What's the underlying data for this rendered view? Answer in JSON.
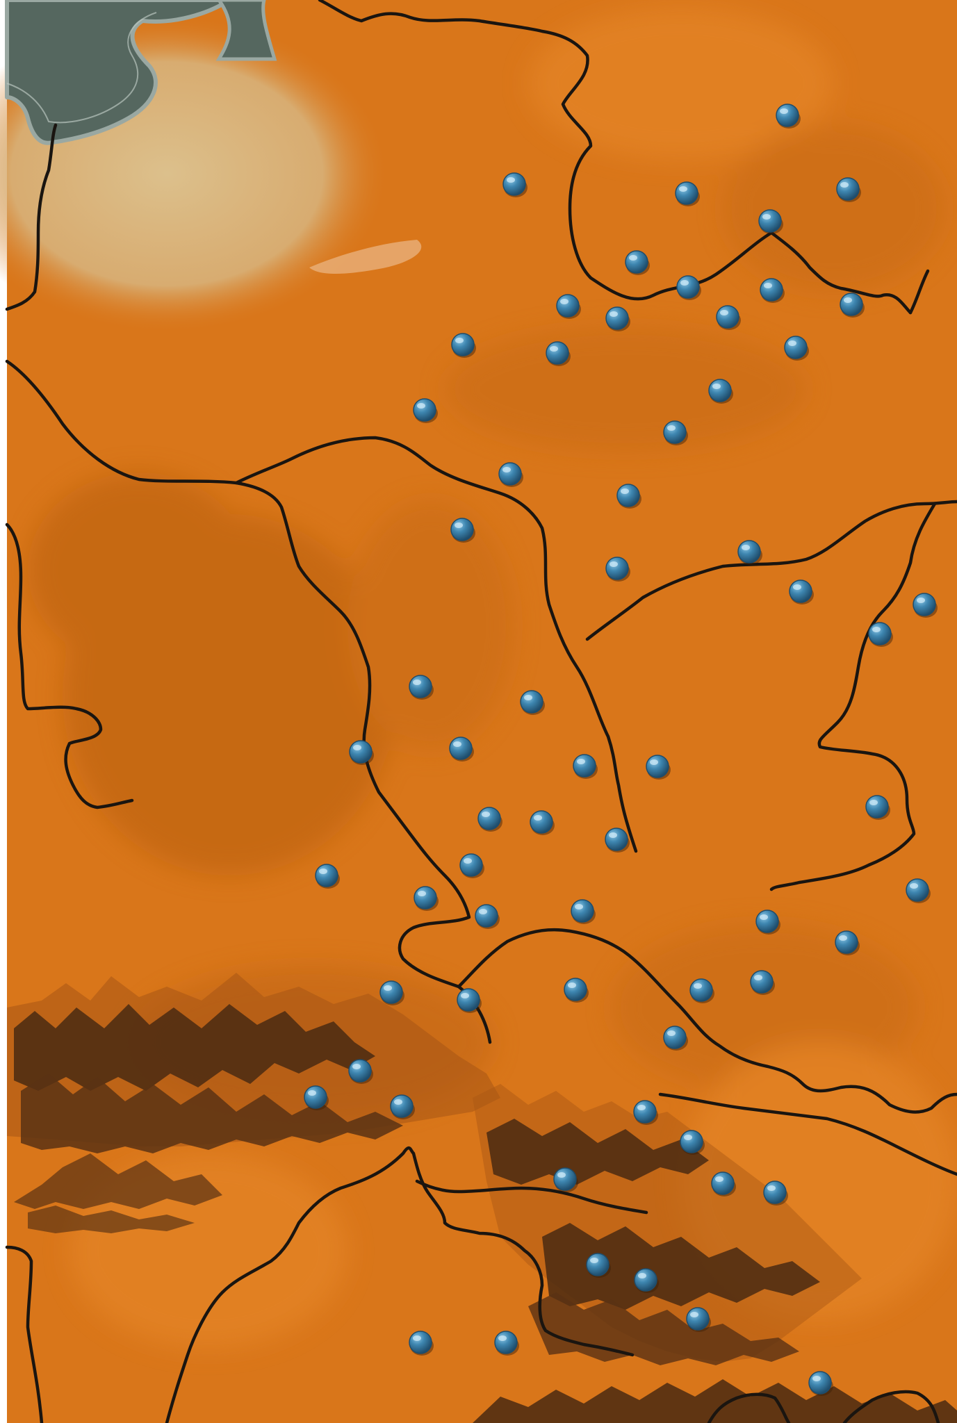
{
  "map": {
    "colors": {
      "terrain": "#d9761a",
      "terrain_dark": "#b85f10",
      "terrain_light": "#e8892a",
      "sea": "#55675f",
      "sea_edge": "#9aa8a2",
      "desert": "#d8b27a",
      "border": "#1a1510",
      "mountain_dark": "#3e2210",
      "mountain_mid": "#6e3a12",
      "marker": "#3e86b0",
      "marker_highlight": "#8cc7e6",
      "marker_shadow": "#1f4d6c"
    },
    "markers": [
      {
        "id": "province-1"
      },
      {
        "id": "province-2"
      },
      {
        "id": "province-3"
      },
      {
        "id": "province-4"
      },
      {
        "id": "province-5"
      },
      {
        "id": "province-6"
      },
      {
        "id": "province-7"
      },
      {
        "id": "province-8"
      },
      {
        "id": "province-9"
      },
      {
        "id": "province-10"
      },
      {
        "id": "province-11"
      },
      {
        "id": "province-12"
      },
      {
        "id": "province-13"
      },
      {
        "id": "province-14"
      },
      {
        "id": "province-15"
      },
      {
        "id": "province-16"
      },
      {
        "id": "province-17"
      },
      {
        "id": "province-18"
      },
      {
        "id": "province-19"
      },
      {
        "id": "province-20"
      },
      {
        "id": "province-21"
      },
      {
        "id": "province-22"
      },
      {
        "id": "province-23"
      },
      {
        "id": "province-24"
      },
      {
        "id": "province-25"
      },
      {
        "id": "province-26"
      },
      {
        "id": "province-27"
      },
      {
        "id": "province-28"
      },
      {
        "id": "province-29"
      },
      {
        "id": "province-30"
      },
      {
        "id": "province-31"
      },
      {
        "id": "province-32"
      },
      {
        "id": "province-33"
      },
      {
        "id": "province-34"
      },
      {
        "id": "province-35"
      },
      {
        "id": "province-36"
      },
      {
        "id": "province-37"
      },
      {
        "id": "province-38"
      },
      {
        "id": "province-39"
      },
      {
        "id": "province-40"
      },
      {
        "id": "province-41"
      },
      {
        "id": "province-42"
      },
      {
        "id": "province-43"
      },
      {
        "id": "province-44"
      },
      {
        "id": "province-45"
      },
      {
        "id": "province-46"
      },
      {
        "id": "province-47"
      },
      {
        "id": "province-48"
      },
      {
        "id": "province-49"
      },
      {
        "id": "province-50"
      },
      {
        "id": "province-51"
      },
      {
        "id": "province-52"
      },
      {
        "id": "province-53"
      },
      {
        "id": "province-54"
      },
      {
        "id": "province-55"
      },
      {
        "id": "province-56"
      },
      {
        "id": "province-57"
      },
      {
        "id": "province-58"
      },
      {
        "id": "province-59"
      },
      {
        "id": "province-60"
      },
      {
        "id": "province-61"
      },
      {
        "id": "province-62"
      },
      {
        "id": "province-63"
      },
      {
        "id": "province-64"
      }
    ]
  }
}
